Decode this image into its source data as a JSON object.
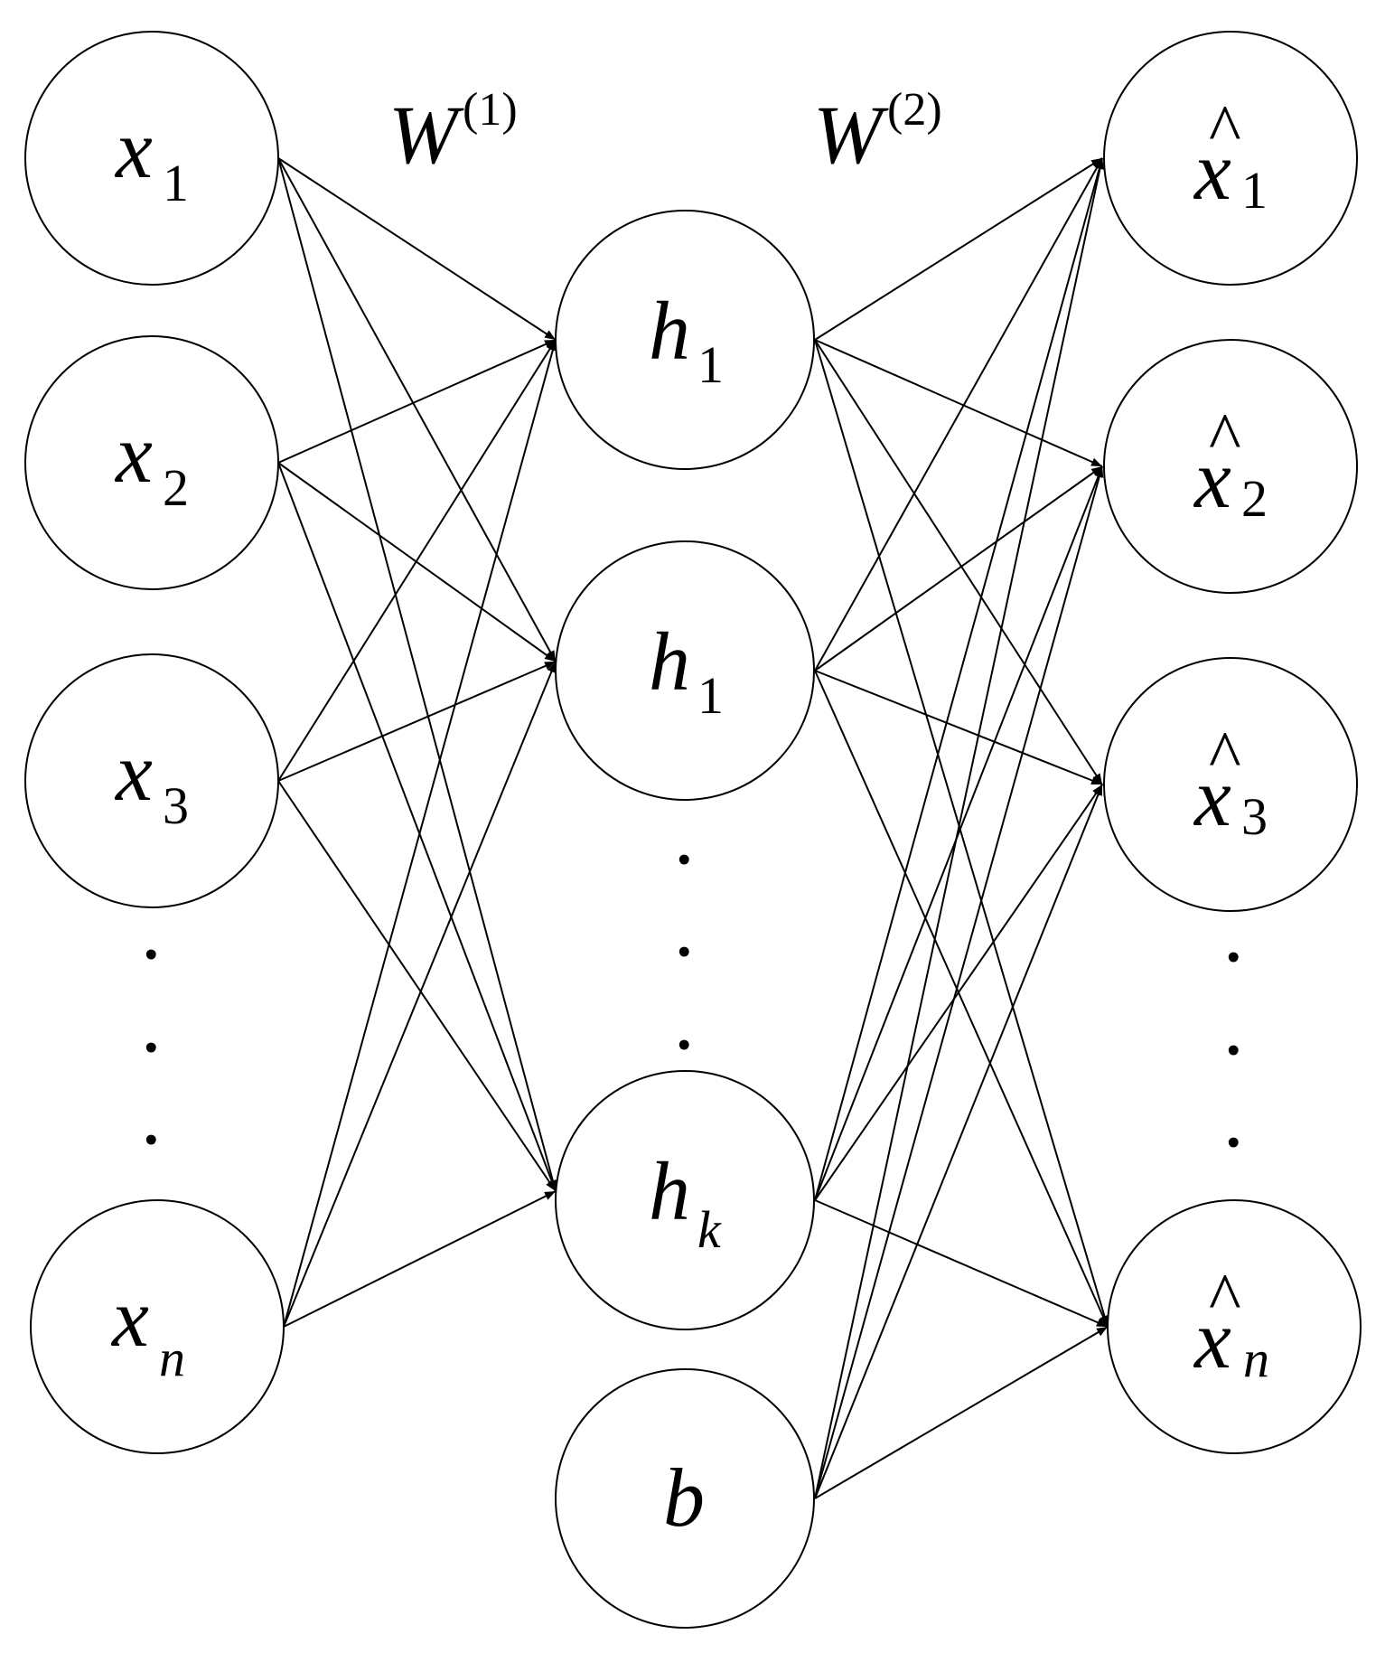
{
  "weights": [
    {
      "base": "W",
      "sup": "(1)"
    },
    {
      "base": "W",
      "sup": "(2)"
    }
  ],
  "input_nodes": [
    {
      "base": "x",
      "sub": "1"
    },
    {
      "base": "x",
      "sub": "2"
    },
    {
      "base": "x",
      "sub": "3"
    },
    {
      "base": "x",
      "sub": "n"
    }
  ],
  "hidden_nodes": [
    {
      "base": "h",
      "sub": "1"
    },
    {
      "base": "h",
      "sub": "1"
    },
    {
      "base": "h",
      "sub": "k"
    }
  ],
  "bias_node": {
    "base": "b"
  },
  "output_nodes": [
    {
      "hat": "^",
      "base": "x",
      "sub": "1"
    },
    {
      "hat": "^",
      "base": "x",
      "sub": "2"
    },
    {
      "hat": "^",
      "base": "x",
      "sub": "3"
    },
    {
      "hat": "^",
      "base": "x",
      "sub": "n"
    }
  ],
  "ellipsis": {
    "input": ".",
    "hidden": ".",
    "output": "."
  }
}
